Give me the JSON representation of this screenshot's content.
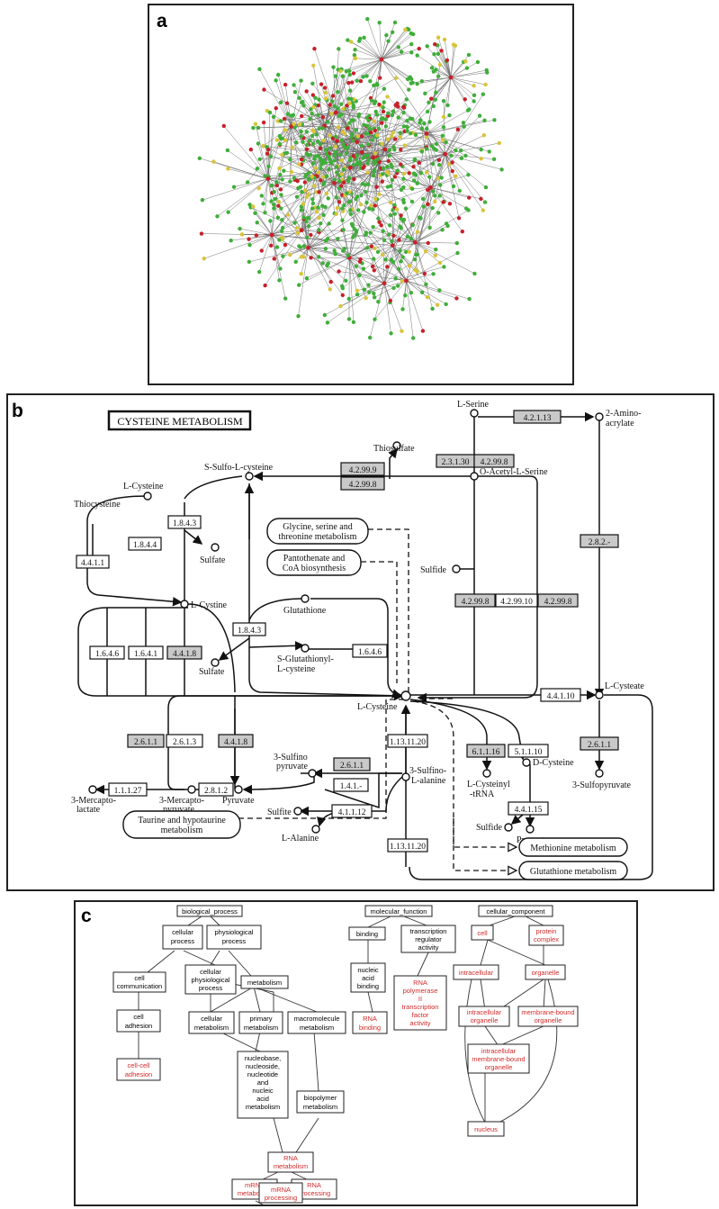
{
  "panels": {
    "a": {
      "letter": "a"
    },
    "b": {
      "letter": "b",
      "title": "CYSTEINE METABOLISM"
    },
    "c": {
      "letter": "c"
    }
  },
  "colors": {
    "green": "#3fae3a",
    "red": "#c8202a",
    "yellow": "#d8c43a",
    "ec_highlight": "#c9c9c9",
    "go_red": "#d42a2a"
  },
  "network": {
    "node_colors": [
      "green",
      "red",
      "yellow"
    ]
  },
  "pathway": {
    "compounds": {
      "l_serine": "L-Serine",
      "amino_acrylate_1": "2-Amino-",
      "amino_acrylate_2": "acrylate",
      "thiosulfate": "Thiosulfate",
      "s_sulfo_cys": "S-Sulfo-L-cysteine",
      "o_acetyl_ser": "O-Acetyl-L-Serine",
      "l_cysteine_top": "L-Cysteine",
      "thiocysteine": "Thiocysteine",
      "sulfate_1": "Sulfate",
      "sulfide_1": "Sulfide",
      "l_cystine": "L-Cystine",
      "glutathione": "Glutathione",
      "sulfate_2": "Sulfate",
      "s_glut_1": "S-Glutathionyl-",
      "s_glut_2": "L-cysteine",
      "l_cysteine_center": "L-Cysteine",
      "l_cysteate": "L-Cysteate",
      "l_cysteinyl_1": "L-Cysteinyl",
      "l_cysteinyl_2": "-tRNA",
      "d_cysteine": "D-Cysteine",
      "sulfopyr_3": "3-Sulfopyruvate",
      "sulfino_pyr_1": "3-Sulfino",
      "sulfino_pyr_2": "pyruvate",
      "sulfino_ala_1": "3-Sulfino-",
      "sulfino_ala_2": "L-alanine",
      "mercaptolactate_1": "3-Mercapto-",
      "mercaptolactate_2": "lactate",
      "mercaptopyr_1": "3-Mercapto-",
      "mercaptopyr_2": "pyruvate",
      "pyruvate_1": "Pyruvate",
      "sulfite": "Sulfite",
      "l_alanine": "L-Alanine",
      "sulfide_2": "Sulfide",
      "pyruvate_2": "Pyruvate"
    },
    "maps": {
      "glycine_1": "Glycine, serine and",
      "glycine_2": "threonine metabolism",
      "pantothenate_1": "Pantothenate and",
      "pantothenate_2": "CoA biosynthesis",
      "taurine_1": "Taurine and hypotaurine",
      "taurine_2": "metabolism",
      "methionine": "Methionine metabolism",
      "glutathione_met": "Glutathione metabolism"
    },
    "enzymes": {
      "e42113": "4.2.1.13",
      "e23130": "2.3.1.30",
      "e4298a": "4.2.99.8",
      "e4299": "4.2.99.9",
      "e4298b": "4.2.99.8",
      "e2823": "2.8.2.-",
      "e1843a": "1.8.4.3",
      "e1844": "1.8.4.4",
      "e4411": "4.4.1.1",
      "e4298c": "4.2.99.8",
      "e42910": "4.2.99.10",
      "e4298d": "4.2.99.8",
      "e1843b": "1.8.4.3",
      "e1646a": "1.6.4.6",
      "e1641": "1.6.4.1",
      "e4418": "4.4.1.8",
      "e1646b": "1.6.4.6",
      "e44110": "4.4.1.10",
      "e2611a": "2.6.1.1",
      "e2613": "2.6.1.3",
      "e4418b": "4.4.1.8",
      "e11320a": "1.13.11.20",
      "e61116": "6.1.1.16",
      "e51110": "5.1.1.10",
      "e2611b": "2.6.1.1",
      "e2611c": "2.6.1.1",
      "e141": "1.4.1.-",
      "e11127": "1.1.1.27",
      "e2812": "2.8.1.2",
      "e44115": "4.4.1.15",
      "e41112": "4.1.1.12",
      "e11320b": "1.13.11.20"
    }
  },
  "go": {
    "biological_process": "biological_process",
    "cellular_process_1": "cellular",
    "cellular_process_2": "process",
    "physiological_process_1": "physiological",
    "physiological_process_2": "process",
    "cell_comm_1": "cell",
    "cell_comm_2": "communication",
    "cell_phys_1": "cellular",
    "cell_phys_2": "physiological",
    "cell_phys_3": "process",
    "metabolism": "metabolism",
    "cell_adh_1": "cell",
    "cell_adh_2": "adhesion",
    "cell_met_1": "cellular",
    "cell_met_2": "metabolism",
    "prim_met_1": "primary",
    "prim_met_2": "metabolism",
    "macro_met_1": "macromolecule",
    "macro_met_2": "metabolism",
    "cc_adh_1": "cell-cell",
    "cc_adh_2": "adhesion",
    "nuc_1": "nucleobase,",
    "nuc_2": "nucleoside,",
    "nuc_3": "nucleotide",
    "nuc_4": "and",
    "nuc_5": "nucleic",
    "nuc_6": "acid",
    "nuc_7": "metabolism",
    "biopoly_1": "biopolymer",
    "biopoly_2": "metabolism",
    "rna_met_1": "RNA",
    "rna_met_2": "metabolism",
    "mrna_met_1": "mRNA",
    "mrna_met_2": "metabolism",
    "rna_proc_1": "RNA",
    "rna_proc_2": "processing",
    "mrna_proc_1": "mRNA",
    "mrna_proc_2": "processing",
    "molecular_function": "molecular_function",
    "binding": "binding",
    "tra_1": "transcription",
    "tra_2": "regulator",
    "tra_3": "activity",
    "nab_1": "nucleic",
    "nab_2": "acid",
    "nab_3": "binding",
    "rnapol_1": "RNA",
    "rnapol_2": "polymerase",
    "rnapol_3": "II",
    "rnapol_4": "transcription",
    "rnapol_5": "factor",
    "rnapol_6": "activity",
    "rnab_1": "RNA",
    "rnab_2": "binding",
    "cellular_component": "cellular_component",
    "cell": "cell",
    "protein_complex_1": "protein",
    "protein_complex_2": "complex",
    "intracellular": "intracellular",
    "organelle": "organelle",
    "intra_org_1": "intracellular",
    "intra_org_2": "organelle",
    "mem_org_1": "membrane-bound",
    "mem_org_2": "organelle",
    "imb_1": "intracellular",
    "imb_2": "membrane-bound",
    "imb_3": "organelle",
    "nucleus": "nucleus"
  }
}
